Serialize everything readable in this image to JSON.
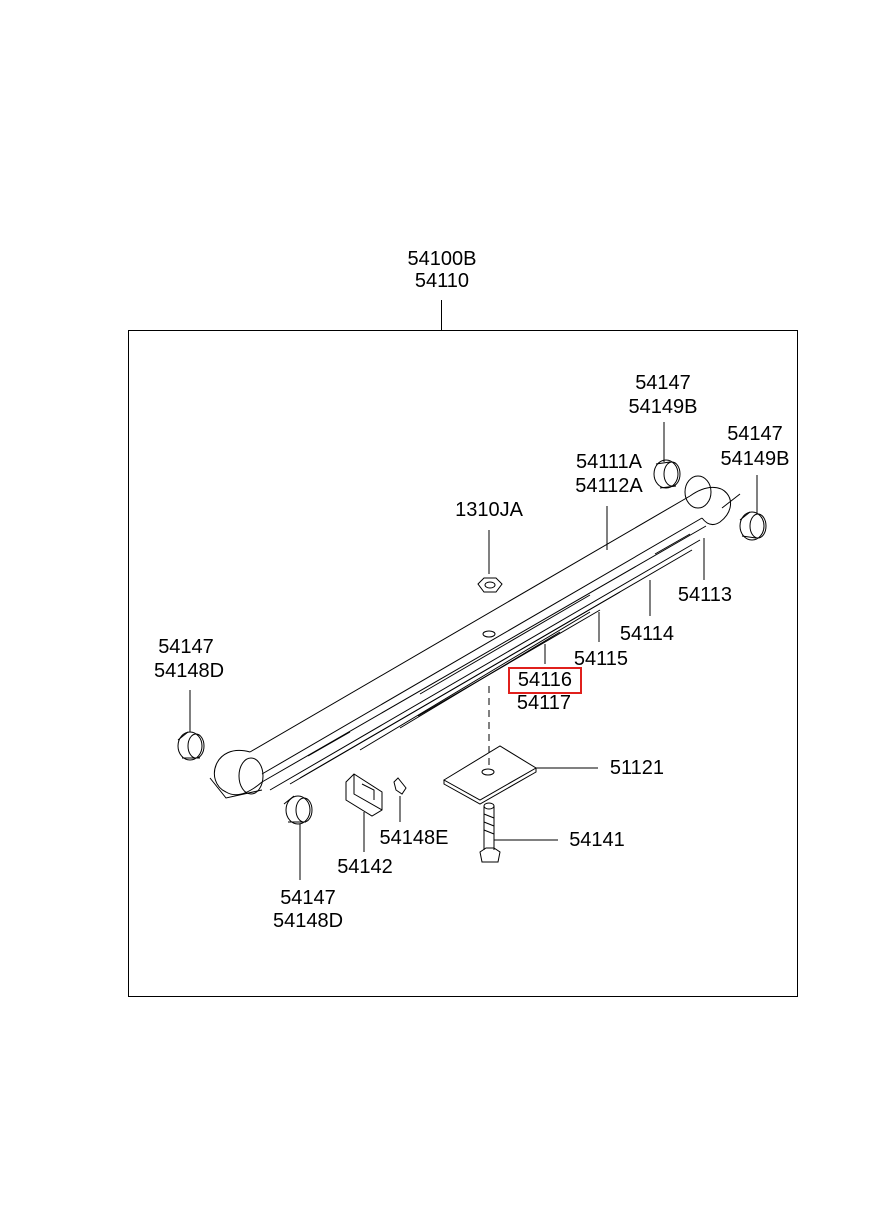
{
  "diagram": {
    "labels": {
      "assy_a": "54100B",
      "assy_b": "54110",
      "bushing_tr_a": "54147",
      "bushing_tr_b": "54149B",
      "bushing_r_a": "54147",
      "bushing_r_b": "54149B",
      "leaf_main_a": "54111A",
      "leaf_main_b": "54112A",
      "nut": "1310JA",
      "leaf_2": "54113",
      "leaf_3": "54114",
      "leaf_4": "54115",
      "leaf_5_a": "54116",
      "leaf_5_b": "54117",
      "bushing_l_a": "54147",
      "bushing_l_b": "54148D",
      "pad": "51121",
      "clip_bolt": "54148E",
      "bolt": "54141",
      "clip": "54142",
      "bushing_bl_a": "54147",
      "bushing_bl_b": "54148D"
    },
    "highlight_color": "#e0201c"
  }
}
